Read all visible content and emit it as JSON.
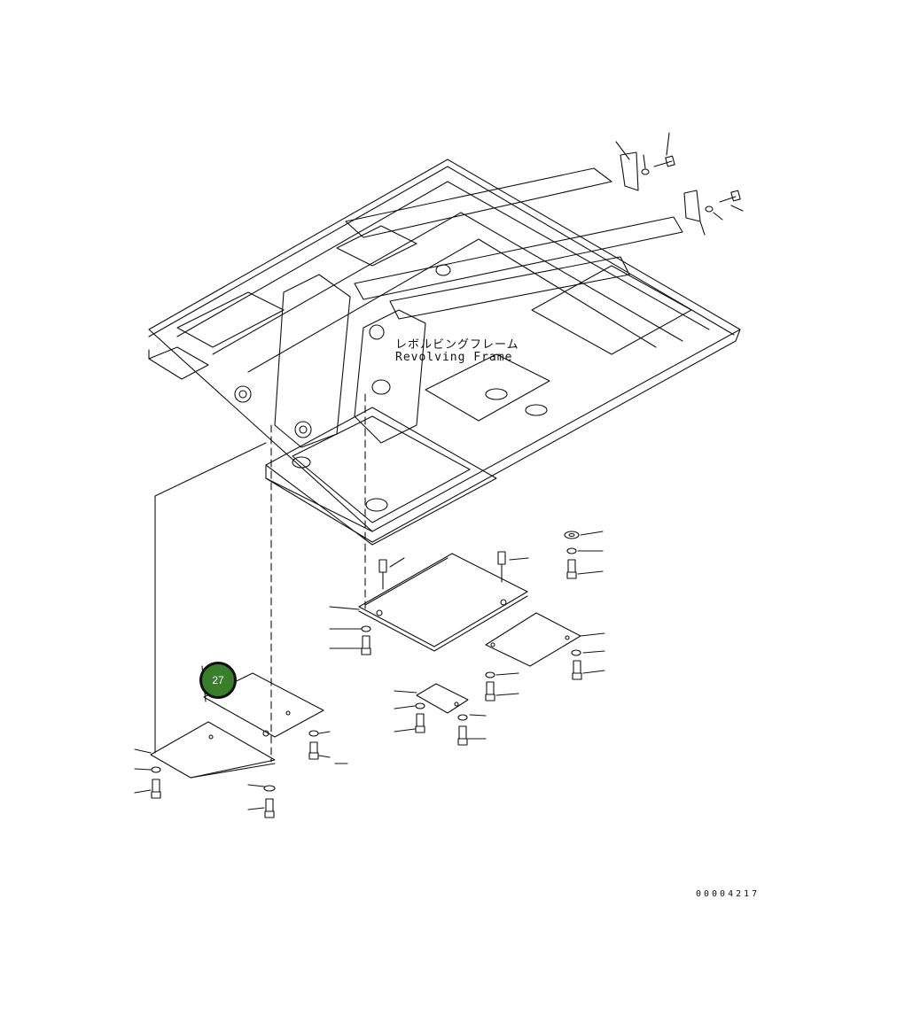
{
  "frame_label_jp": "レボルビングフレーム",
  "frame_label_en": "Revolving Frame",
  "callout_number": "27",
  "callout_color": "#3a7d2c",
  "drawing_number": "00004217"
}
